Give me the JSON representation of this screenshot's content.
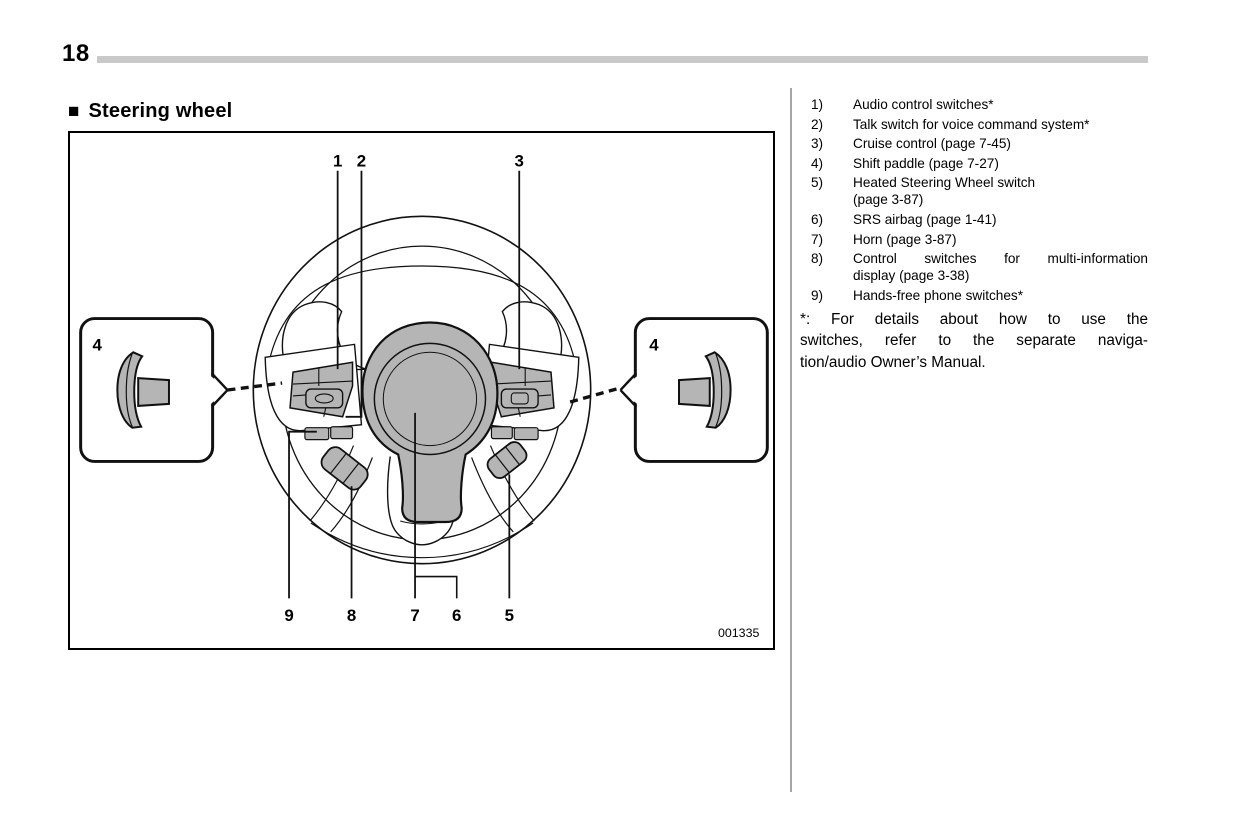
{
  "page": {
    "number": "18"
  },
  "heading": {
    "marker": "■",
    "title": "Steering wheel"
  },
  "figure": {
    "code": "001335",
    "callouts": {
      "top": [
        "1",
        "2",
        "3"
      ],
      "inset_left": "4",
      "inset_right": "4",
      "bottom": [
        "9",
        "8",
        "7",
        "6",
        "5"
      ]
    }
  },
  "legend": {
    "items": [
      {
        "num": "1)",
        "lines": [
          "Audio control switches*"
        ],
        "justify_first": false
      },
      {
        "num": "2)",
        "lines": [
          "Talk switch for voice command system*"
        ],
        "justify_first": false
      },
      {
        "num": "3)",
        "lines": [
          "Cruise control (page 7-45)"
        ],
        "justify_first": false
      },
      {
        "num": "4)",
        "lines": [
          "Shift paddle (page 7-27)"
        ],
        "justify_first": false
      },
      {
        "num": "5)",
        "lines": [
          "Heated Steering Wheel switch",
          "(page 3-87)"
        ],
        "justify_first": false
      },
      {
        "num": "6)",
        "lines": [
          "SRS airbag (page 1-41)"
        ],
        "justify_first": false
      },
      {
        "num": "7)",
        "lines": [
          "Horn (page 3-87)"
        ],
        "justify_first": false
      },
      {
        "num": "8)",
        "lines": [
          "Control switches for multi-information",
          "display (page 3-38)"
        ],
        "justify_first": true
      },
      {
        "num": "9)",
        "lines": [
          "Hands-free phone switches*"
        ],
        "justify_first": false
      }
    ],
    "footnote_lines": [
      "*: For details about how to use the",
      "switches, refer to the separate naviga-",
      "tion/audio Owner’s Manual."
    ]
  },
  "colors": {
    "diagram_gray": "#b5b5b5",
    "header_rule_gray": "#c9c9c9",
    "divider_gray": "#a6a6a6",
    "line_black": "#111111"
  }
}
